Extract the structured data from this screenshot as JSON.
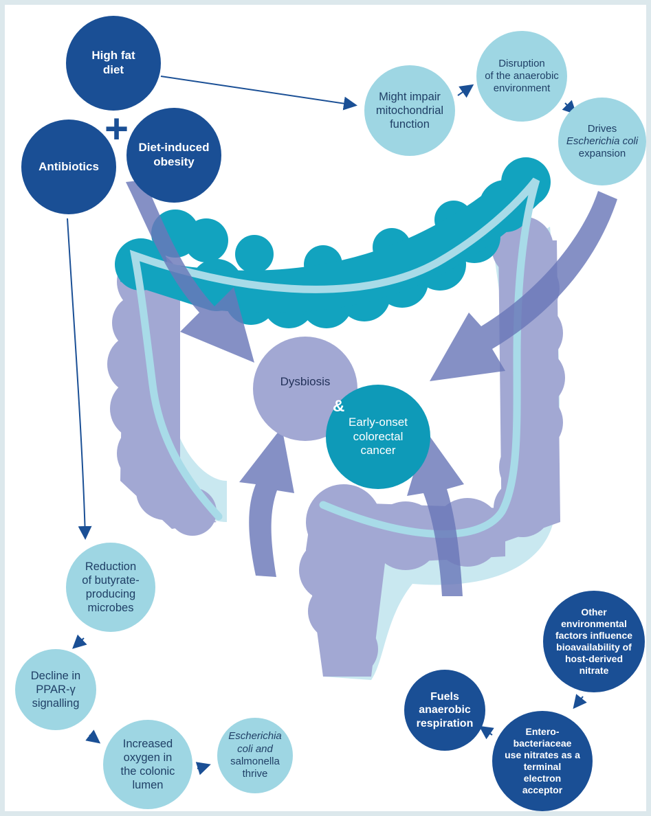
{
  "colors": {
    "dark_node": "#1a4f95",
    "light_node": "#9ed6e3",
    "dysbiosis": "#a2a8d3",
    "cancer": "#0e9ab8",
    "colon_lavender": "#a2a8d3",
    "colon_teal": "#12a3bf",
    "lumen_line": "#a8dbe8",
    "big_arrow": "#6a78b8"
  },
  "nodes": {
    "high_fat_diet": [
      "High fat",
      "diet"
    ],
    "antibiotics": [
      "Antibiotics"
    ],
    "diet_induced_obesity": [
      "Diet-induced",
      "obesity"
    ],
    "plus_sign": "+",
    "mitochondrial": [
      "Might impair",
      "mitochondrial",
      "function"
    ],
    "disruption": [
      "Disruption",
      "of the anaerobic",
      "environment"
    ],
    "drives_ecoli": [
      "Drives",
      "Escherichia coli",
      "expansion"
    ],
    "dysbiosis": "Dysbiosis",
    "ampersand": "&",
    "cancer": [
      "Early-onset",
      "colorectal",
      "cancer"
    ],
    "reduction": [
      "Reduction",
      "of butyrate-",
      "producing",
      "microbes"
    ],
    "ppar": [
      "Decline in",
      "PPAR-γ",
      "signalling"
    ],
    "oxygen": [
      "Increased",
      "oxygen in",
      "the colonic",
      "lumen"
    ],
    "ecoli_thrive": [
      "Escherichia",
      "coli and",
      "salmonella",
      "thrive"
    ],
    "other_factors": [
      "Other",
      "environmental",
      "factors influence",
      "bioavailability of",
      "host-derived",
      "nitrate"
    ],
    "entero": [
      "Entero-",
      "bacteriaceae",
      "use nitrates as a",
      "terminal",
      "electron",
      "acceptor"
    ],
    "fuels": [
      "Fuels",
      "anaerobic",
      "respiration"
    ]
  }
}
